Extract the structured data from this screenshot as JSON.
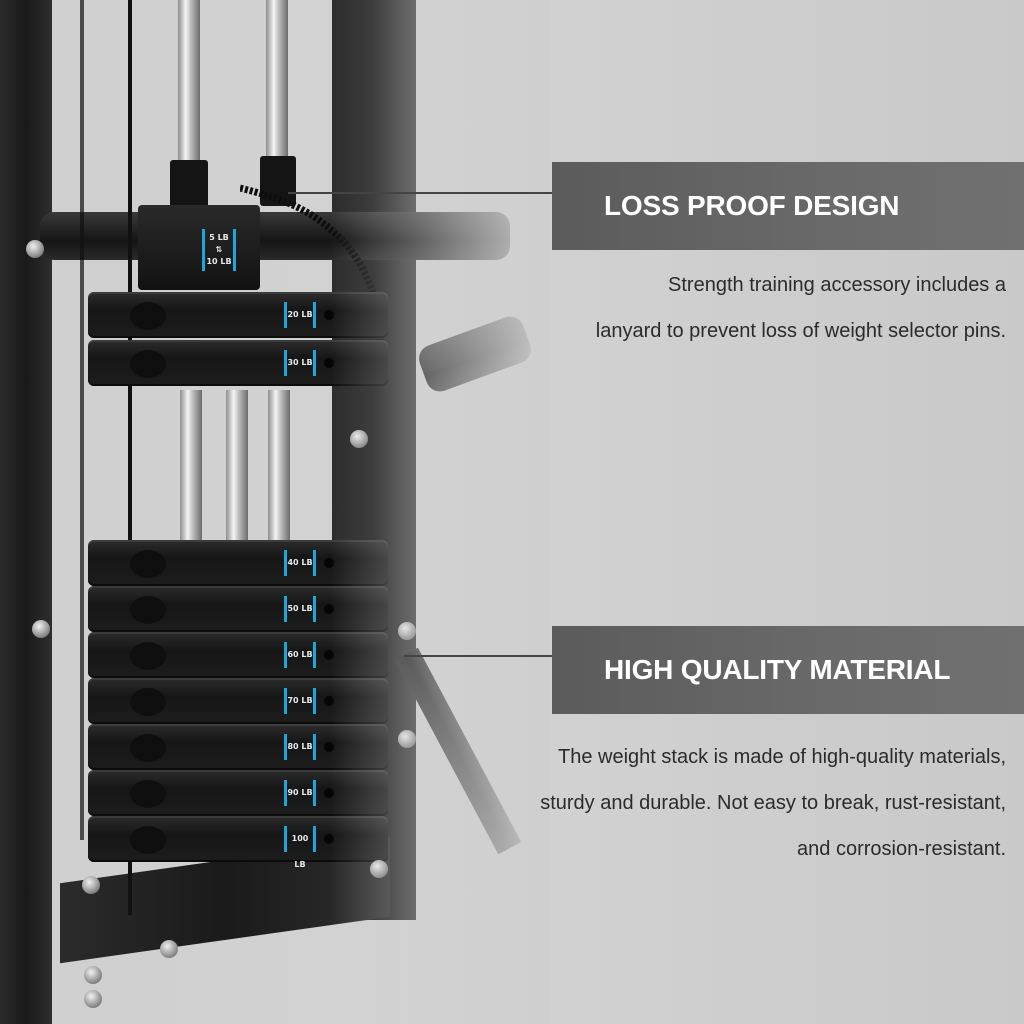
{
  "features": [
    {
      "title": "LOSS PROOF DESIGN",
      "lines": [
        "Strength training accessory includes a",
        "lanyard to prevent loss of weight selector pins."
      ]
    },
    {
      "title": "HIGH QUALITY MATERIAL",
      "lines": [
        "The weight stack is made of high-quality materials,",
        "sturdy and durable. Not easy to break, rust-resistant,",
        "and corrosion-resistant."
      ]
    }
  ],
  "selector": {
    "top": "5 LB",
    "bottom": "10 LB"
  },
  "plates": [
    "20 LB",
    "30 LB",
    "40 LB",
    "50 LB",
    "60 LB",
    "70 LB",
    "80 LB",
    "90 LB",
    "100 LB"
  ],
  "colors": {
    "banner": "#646464",
    "accent": "#1aa7d9",
    "text": "#2b2b2b"
  }
}
